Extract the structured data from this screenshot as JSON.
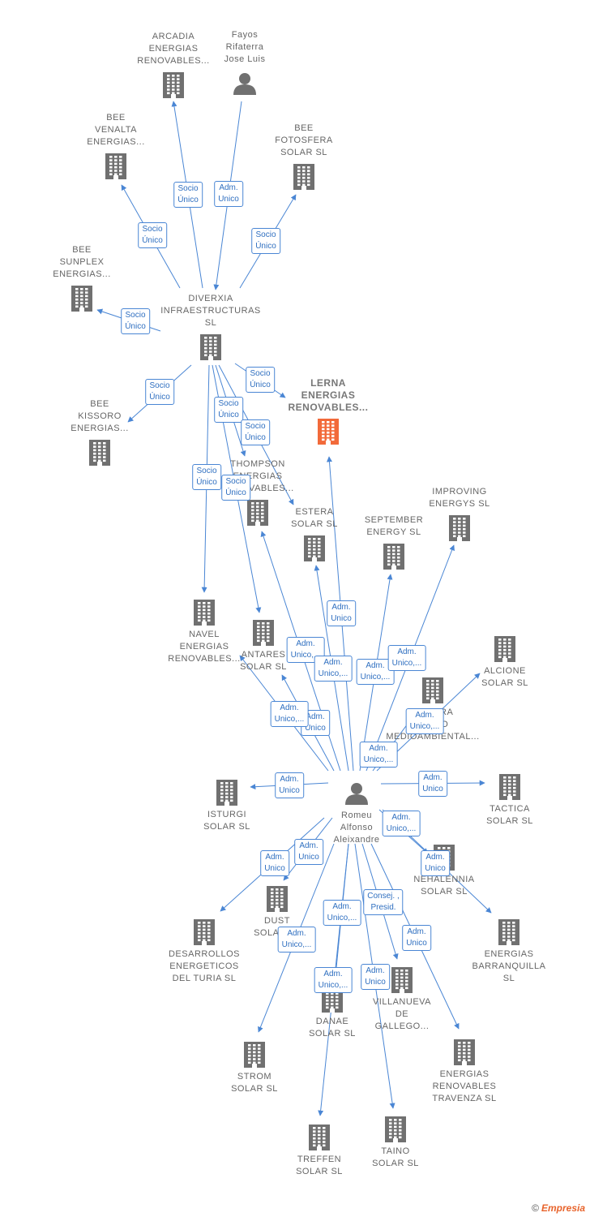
{
  "colors": {
    "edge": "#4a86d4",
    "company": "#707070",
    "focus": "#f26a3a",
    "person": "#707070"
  },
  "nodes": {
    "arcadia": {
      "label": "ARCADIA\nENERGIAS\nRENOVABLES...",
      "icon": "building-icon"
    },
    "fayos": {
      "label": "Fayos\nRifaterra\nJose Luis",
      "icon": "person-icon"
    },
    "venalta": {
      "label": "BEE\nVENALTA\nENERGIAS...",
      "icon": "building-icon"
    },
    "fotosfera": {
      "label": "BEE\nFOTOSFERA\nSOLAR SL",
      "icon": "building-icon"
    },
    "sunplex": {
      "label": "BEE\nSUNPLEX\nENERGIAS...",
      "icon": "building-icon"
    },
    "diverxia": {
      "label": "DIVERXIA\nINFRAESTRUCTURAS\nSL",
      "icon": "building-icon"
    },
    "kissoro": {
      "label": "BEE\nKISSORO\nENERGIAS...",
      "icon": "building-icon"
    },
    "lerna": {
      "label": "LERNA\nENERGIAS\nRENOVABLES...",
      "icon": "building-icon"
    },
    "thompson": {
      "label": "THOMPSON\nENERGIAS\nRENOVABLES...",
      "icon": "building-icon"
    },
    "estera": {
      "label": "ESTERA\nSOLAR SL",
      "icon": "building-icon"
    },
    "september": {
      "label": "SEPTEMBER\nENERGY SL",
      "icon": "building-icon"
    },
    "improving": {
      "label": "IMPROVING\nENERGYS SL",
      "icon": "building-icon"
    },
    "navel": {
      "label": "NAVEL\nENERGIAS\nRENOVABLES...",
      "icon": "building-icon"
    },
    "antares": {
      "label": "ANTARES\nSOLAR SL",
      "icon": "building-icon"
    },
    "alcione": {
      "label": "ALCIONE\nSOLAR SL",
      "icon": "building-icon"
    },
    "sombra": {
      "label": "SOMBRA\nMEDIO\nMEDIOAMBIENTAL...",
      "icon": "building-icon"
    },
    "isturgi": {
      "label": "ISTURGI\nSOLAR SL",
      "icon": "building-icon"
    },
    "romeu": {
      "label": "Romeu\nAlfonso\nAleixandre",
      "icon": "person-icon"
    },
    "tactica": {
      "label": "TACTICA\nSOLAR SL",
      "icon": "building-icon"
    },
    "nehalennia": {
      "label": "NEHALENNIA\nSOLAR SL",
      "icon": "building-icon"
    },
    "dust": {
      "label": "DUST\nSOLAR SL",
      "icon": "building-icon"
    },
    "desarrollos": {
      "label": "DESARROLLOS\nENERGETICOS\nDEL TURIA SL",
      "icon": "building-icon"
    },
    "barranquilla": {
      "label": "ENERGIAS\nBARRANQUILLA\nSL",
      "icon": "building-icon"
    },
    "danae": {
      "label": "DANAE\nSOLAR SL",
      "icon": "building-icon"
    },
    "villanueva": {
      "label": "VILLANUEVA\nDE\nGALLEGO...",
      "icon": "building-icon"
    },
    "strom": {
      "label": "STROM\nSOLAR SL",
      "icon": "building-icon"
    },
    "travenza": {
      "label": "ENERGIAS\nRENOVABLES\nTRAVENZA SL",
      "icon": "building-icon"
    },
    "treffen": {
      "label": "TREFFEN\nSOLAR SL",
      "icon": "building-icon"
    },
    "taino": {
      "label": "TAINO\nSOLAR SL",
      "icon": "building-icon"
    }
  },
  "focus_node": "lerna",
  "edge_labels": {
    "socio_unico": "Socio\nÚnico",
    "adm_unico": "Adm.\nUnico",
    "adm_unico_trunc": "Adm.\nUnico,...",
    "consej_presid": "Consej. ,\nPresid."
  },
  "edges": [
    {
      "from": "diverxia",
      "to": "arcadia",
      "label": "socio_unico"
    },
    {
      "from": "fayos",
      "to": "diverxia",
      "label": "adm_unico"
    },
    {
      "from": "diverxia",
      "to": "venalta",
      "label": "socio_unico"
    },
    {
      "from": "diverxia",
      "to": "fotosfera",
      "label": "socio_unico"
    },
    {
      "from": "diverxia",
      "to": "sunplex",
      "label": "socio_unico"
    },
    {
      "from": "diverxia",
      "to": "kissoro",
      "label": "socio_unico"
    },
    {
      "from": "diverxia",
      "to": "lerna",
      "label": "socio_unico"
    },
    {
      "from": "diverxia",
      "to": "thompson",
      "label": "socio_unico"
    },
    {
      "from": "diverxia",
      "to": "estera",
      "label": "socio_unico"
    },
    {
      "from": "diverxia",
      "to": "navel",
      "label": "socio_unico"
    },
    {
      "from": "diverxia",
      "to": "antares",
      "label": "socio_unico"
    },
    {
      "from": "romeu",
      "to": "lerna",
      "label": "adm_unico"
    },
    {
      "from": "romeu",
      "to": "thompson",
      "label": "adm_unico_trunc"
    },
    {
      "from": "romeu",
      "to": "estera",
      "label": "adm_unico_trunc"
    },
    {
      "from": "romeu",
      "to": "september",
      "label": "adm_unico_trunc"
    },
    {
      "from": "romeu",
      "to": "improving",
      "label": "adm_unico_trunc"
    },
    {
      "from": "romeu",
      "to": "antares",
      "label": "adm_unico"
    },
    {
      "from": "romeu",
      "to": "navel",
      "label": "adm_unico_trunc"
    },
    {
      "from": "romeu",
      "to": "alcione",
      "label": "adm_unico_trunc"
    },
    {
      "from": "romeu",
      "to": "sombra",
      "label": "adm_unico_trunc"
    },
    {
      "from": "romeu",
      "to": "isturgi",
      "label": "adm_unico"
    },
    {
      "from": "romeu",
      "to": "tactica",
      "label": "adm_unico"
    },
    {
      "from": "romeu",
      "to": "nehalennia",
      "label": "adm_unico_trunc"
    },
    {
      "from": "romeu",
      "to": "barranquilla",
      "label": "adm_unico"
    },
    {
      "from": "romeu",
      "to": "dust",
      "label": "adm_unico"
    },
    {
      "from": "romeu",
      "to": "desarrollos",
      "label": "adm_unico"
    },
    {
      "from": "romeu",
      "to": "danae",
      "label": "adm_unico_trunc"
    },
    {
      "from": "romeu",
      "to": "villanueva",
      "label": "consej_presid"
    },
    {
      "from": "romeu",
      "to": "strom",
      "label": "adm_unico_trunc"
    },
    {
      "from": "romeu",
      "to": "travenza",
      "label": "adm_unico"
    },
    {
      "from": "romeu",
      "to": "treffen",
      "label": "adm_unico_trunc"
    },
    {
      "from": "romeu",
      "to": "taino",
      "label": "adm_unico"
    }
  ],
  "footer": {
    "copyright": "©",
    "brand": "Empresia"
  }
}
